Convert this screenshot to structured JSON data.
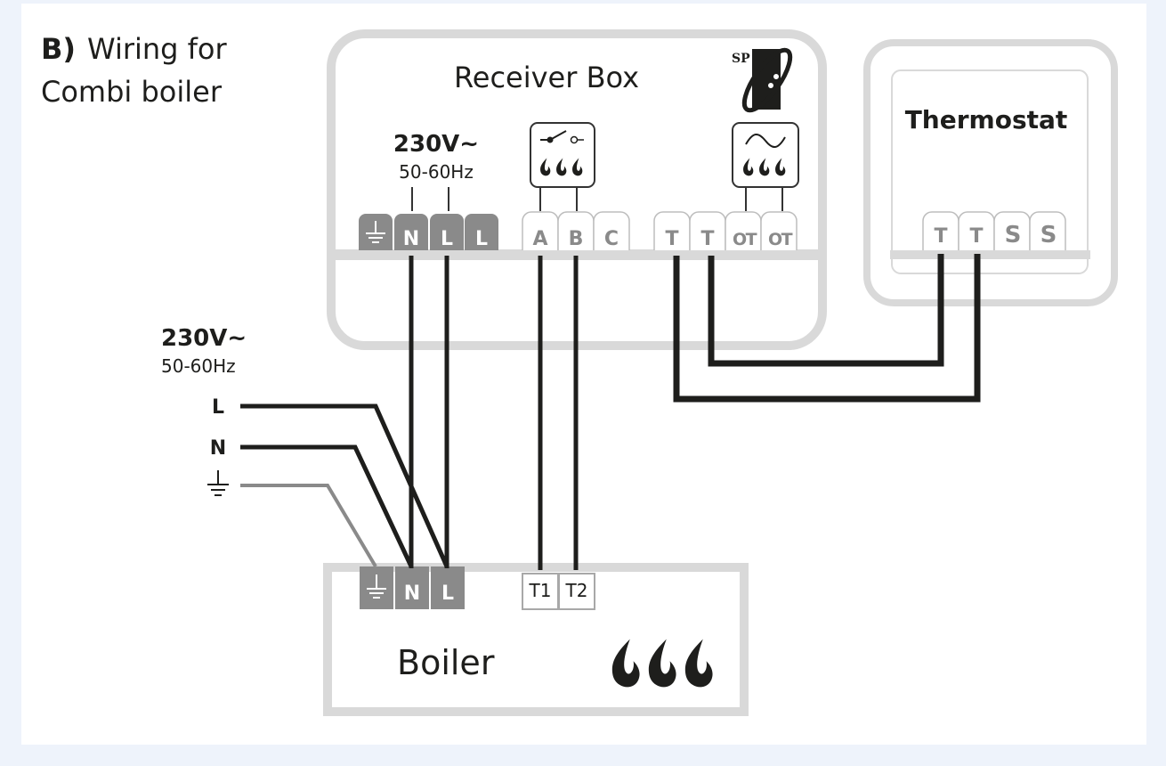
{
  "title": {
    "prefix": "B)",
    "line1": "Wiring for",
    "line2": "Combi boiler"
  },
  "receiver_box": {
    "label": "Receiver Box",
    "logo_text": "SP",
    "supply": {
      "voltage": "230V~",
      "frequency": "50-60Hz"
    },
    "power_terminals": [
      "earth",
      "N",
      "L",
      "L"
    ],
    "relay_terminals": [
      "A",
      "B",
      "C"
    ],
    "opentherm_terminals": [
      "T",
      "T",
      "OT",
      "OT"
    ]
  },
  "thermostat": {
    "label": "Thermostat",
    "terminals": [
      "T",
      "T",
      "S",
      "S"
    ]
  },
  "mains_supply": {
    "voltage": "230V~",
    "frequency": "50-60Hz",
    "lines": [
      "L",
      "N",
      "earth"
    ]
  },
  "boiler": {
    "label": "Boiler",
    "power_terminals": [
      "earth",
      "N",
      "L"
    ],
    "control_terminals": [
      "T1",
      "T2"
    ]
  },
  "colors": {
    "wire": "#1e1e1c",
    "earth_wire": "#8a8a8a",
    "box_outline": "#d9d9d9",
    "terminal_filled": "#8a8a8a",
    "terminal_outline": "#bdbdbd",
    "background": "#eef3fb"
  }
}
